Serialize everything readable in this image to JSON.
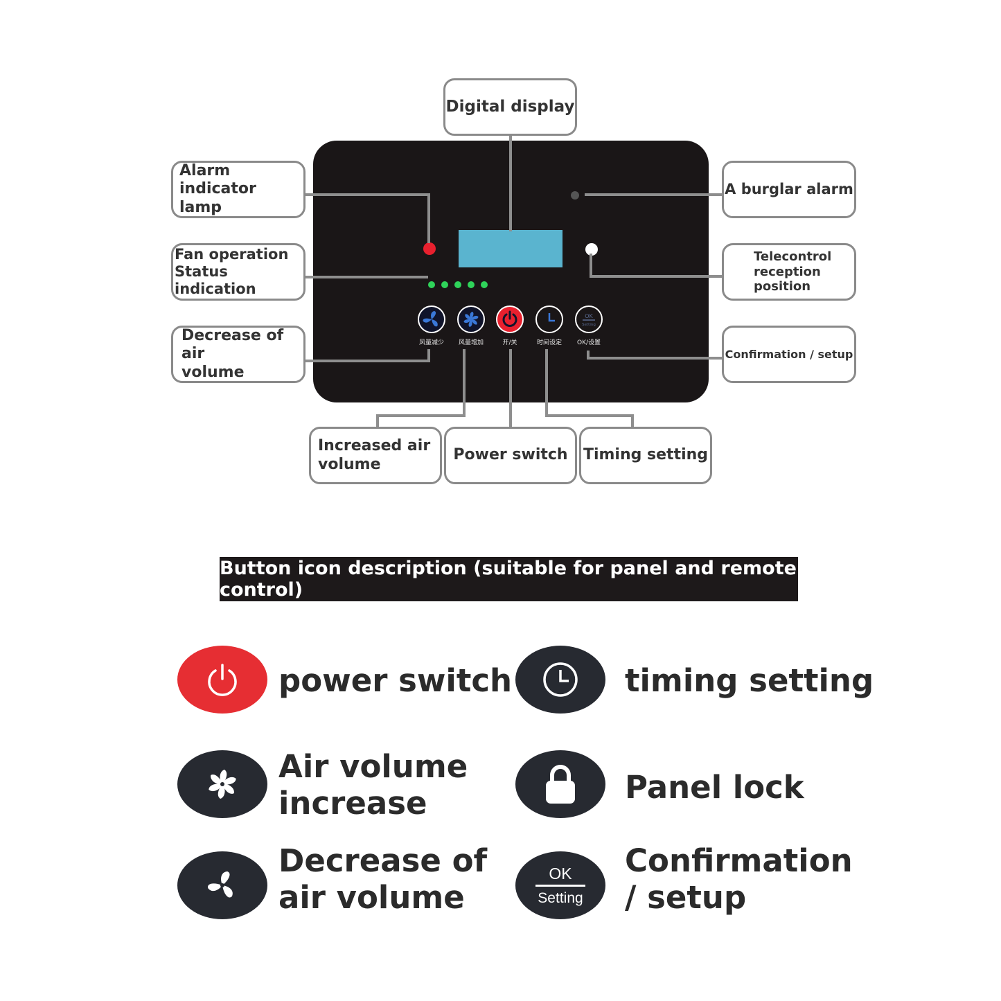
{
  "callouts": {
    "digital_display": "Digital display",
    "alarm_indicator": "Alarm indicator\nlamp",
    "fan_status": "Fan operation\nStatus indication",
    "decrease_air": "Decrease of air\nvolume",
    "burglar_alarm": "A burglar alarm",
    "telecontrol": "Telecontrol\nreception\nposition",
    "confirmation": "Confirmation / setup",
    "increase_air": "Increased air\nvolume",
    "power_switch": "Power switch",
    "timing_setting": "Timing setting"
  },
  "panel": {
    "button_labels": [
      "风量减少",
      "风量增加",
      "开/关",
      "时间设定",
      "OK/设置"
    ],
    "colors": {
      "body": "#1a1617",
      "display": "#5ab4cf",
      "alarm_lamp": "#e8202e",
      "status_leds": "#2fd35a",
      "power": "#e8202e"
    }
  },
  "header": {
    "title": "Button icon description (suitable for panel and remote control)"
  },
  "legend": {
    "power_switch": "power switch",
    "timing_setting": "timing setting",
    "air_increase": "Air volume\nincrease",
    "panel_lock": "Panel lock",
    "air_decrease": "Decrease of\nair volume",
    "confirmation": "Confirmation\n/ setup",
    "ok_text": "OK",
    "setting_text": "Setting"
  }
}
